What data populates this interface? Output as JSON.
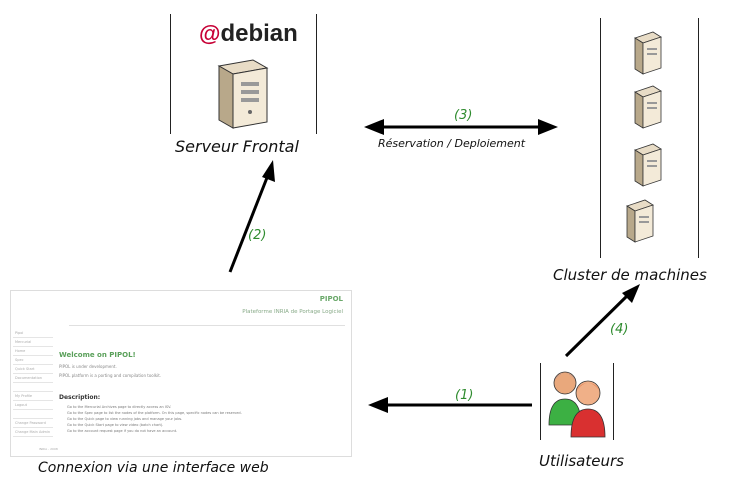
{
  "nodes": {
    "server": {
      "logo": "debian",
      "caption": "Serveur Frontal"
    },
    "cluster": {
      "caption": "Cluster de machines"
    },
    "web": {
      "caption": "Connexion via une interface web"
    },
    "users": {
      "caption": "Utilisateurs"
    }
  },
  "edges": {
    "step1": "(1)",
    "step2": "(2)",
    "step3": "(3)",
    "step3_label_a": "Réservation",
    "step3_label_b": "/ Deploiement",
    "step4": "(4)"
  },
  "webpage": {
    "site_title": "PIPOL",
    "site_subtitle": "Plateforme INRIA de Portage Logiciel",
    "sidebar": [
      "Pipol",
      "Mercurial",
      "Home",
      "Spec",
      "Quick Start",
      "Documentation",
      "",
      "My Profile",
      "Logout",
      "",
      "Change Password",
      "Change Main Admin"
    ],
    "heading": "Welcome on PIPOL!",
    "intro_1": "PIPOL is under development.",
    "intro_2": "PIPOL platform is a porting and compilation toolkit.",
    "desc_heading": "Description:",
    "desc_items": [
      "Go to the Mercurial Archives page to directly access an ISV.",
      "Go to the Spec page to list the nodes of the platform. On this page, specific nodes can be reserved.",
      "Go to the Quick page to view running jobs and manage your jobs.",
      "Go to the Quick Start page to view video (batch chart).",
      "Go to the account request page if you do not have an account."
    ],
    "footer": "INRIA - 2008"
  },
  "colors": {
    "step_label": "#2e8b2e",
    "arrow": "#000000"
  }
}
